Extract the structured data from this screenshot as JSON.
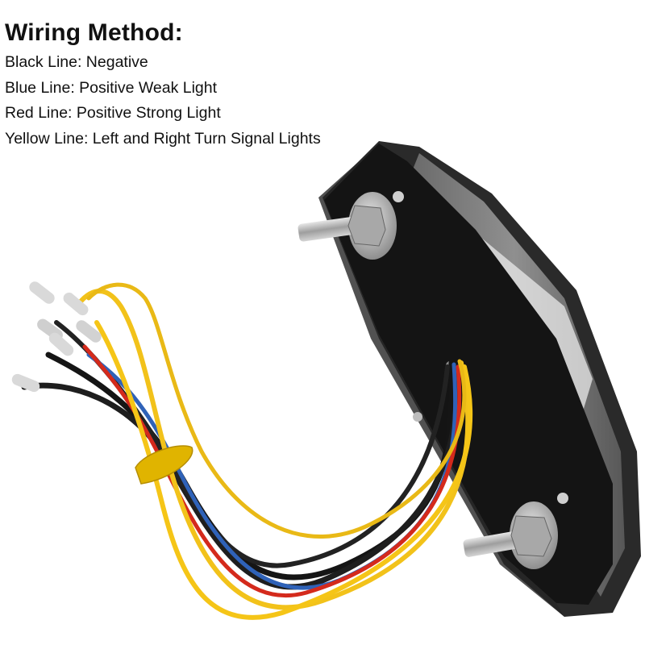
{
  "heading": "Wiring Method:",
  "lines": [
    "Black Line: Negative",
    "Blue Line: Positive Weak Light",
    "Red Line: Positive Strong Light",
    "Yellow Line: Left and Right Turn Signal Lights"
  ],
  "colors": {
    "housing": "#1b1b1b",
    "lens": "#cfcfcf",
    "wire_black": "#151515",
    "wire_blue": "#2f62b8",
    "wire_red": "#d42a1c",
    "wire_yellow": "#f2c21a",
    "metal": "#b9b9b9"
  }
}
